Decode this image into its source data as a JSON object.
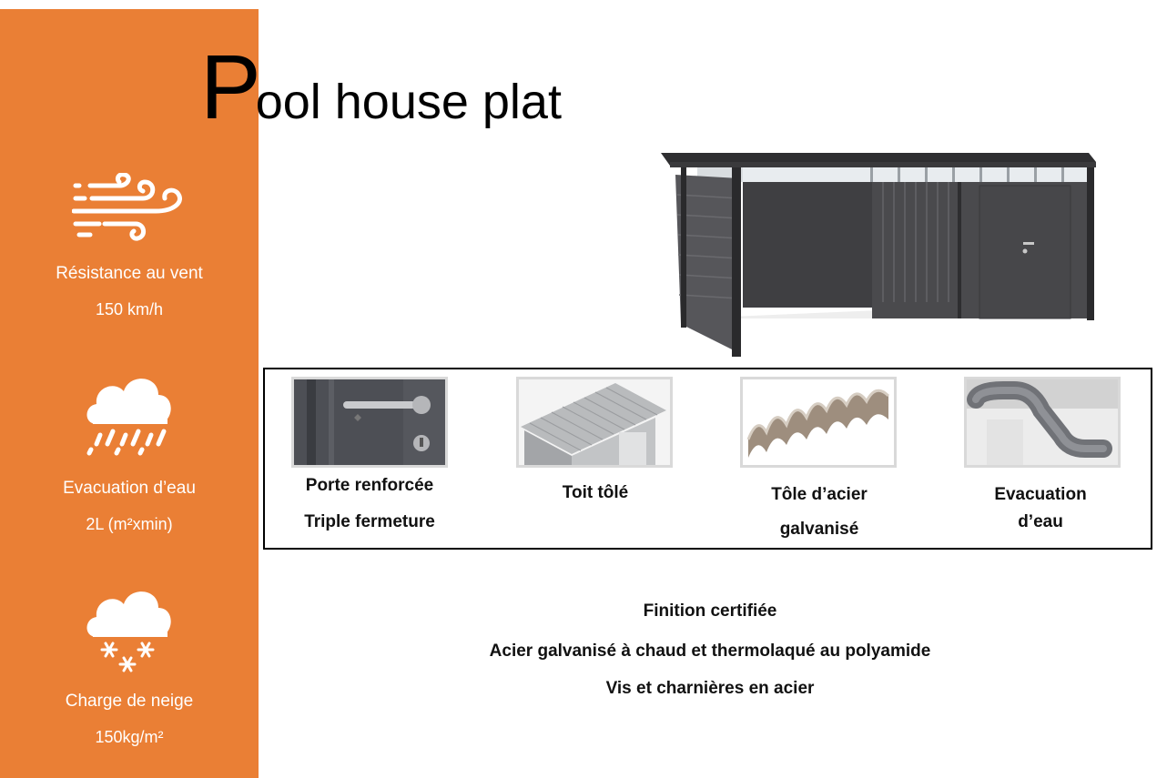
{
  "title": {
    "first_letter": "P",
    "rest": "ool house plat"
  },
  "sidebar": {
    "features": [
      {
        "icon": "wind-icon",
        "label": "Résistance au vent",
        "value": "150 km/h"
      },
      {
        "icon": "rain-cloud-icon",
        "label": "Evacuation d’eau",
        "value": "2L (m²xmin)"
      },
      {
        "icon": "snow-cloud-icon",
        "label": "Charge de neige",
        "value": "150kg/m²"
      }
    ]
  },
  "strip": {
    "items": [
      {
        "image": "door-handle-lock-image",
        "line1": "Porte renforcée",
        "line2": "Triple fermeture"
      },
      {
        "image": "metal-roof-image",
        "line1": "Toit tôlé",
        "line2": ""
      },
      {
        "image": "corrugated-steel-image",
        "line1": "Tôle d’acier",
        "line2": "galvanisé"
      },
      {
        "image": "downpipe-image",
        "line1": "Evacuation",
        "line2": "d’eau"
      }
    ]
  },
  "notes": [
    "Finition certifiée",
    "Acier galvanisé à chaud et thermolaqué au polyamide",
    "Vis et charnières en acier"
  ],
  "colors": {
    "sidebar": "#ea7f35",
    "shed": "#3d3d3f"
  }
}
